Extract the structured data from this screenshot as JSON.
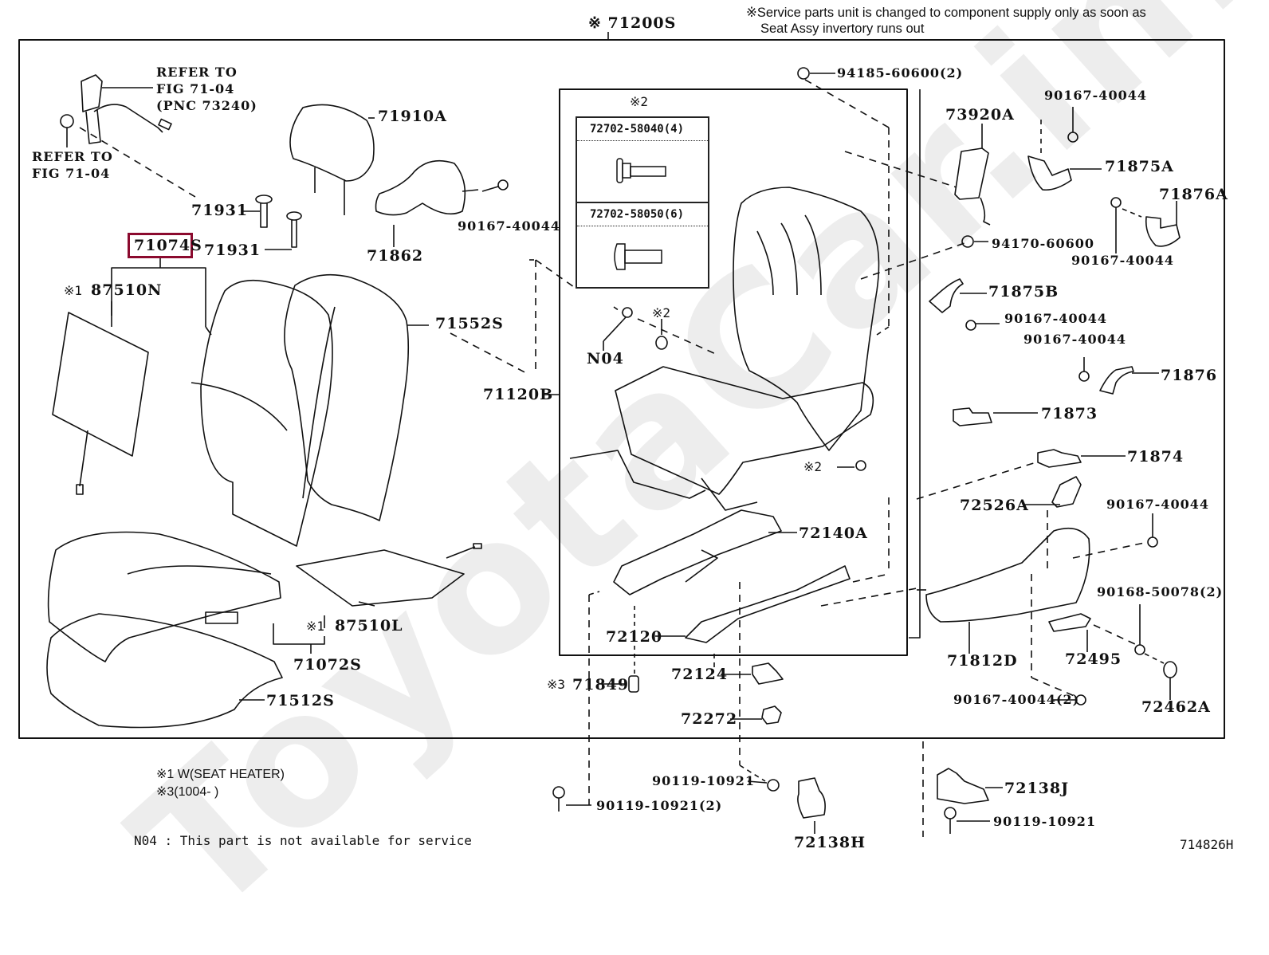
{
  "header": {
    "assembly_label": "※ 71200S",
    "service_note_line1": "※Service parts unit is changed to component supply only as soon as",
    "service_note_line2": "Seat Assy invertory runs out"
  },
  "highlighted_part": "71074S",
  "references": {
    "refer_belt": [
      "REFER TO",
      "FIG 71-04",
      "(PNC 73240)"
    ],
    "refer_nut": [
      "REFER TO",
      "FIG 71-04"
    ]
  },
  "inset_box": {
    "marker": "※2",
    "rows": [
      {
        "part": "72702-58040(4)"
      },
      {
        "part": "72702-58050(6)"
      }
    ]
  },
  "parts": {
    "p71910A": "71910A",
    "p71931a": "71931",
    "p71931b": "71931",
    "p71862": "71862",
    "p90167_40044_hr": "90167-40044",
    "p87510N": "87510N",
    "p87510N_marker": "※1",
    "p71552S": "71552S",
    "p71120B": "71120B",
    "pN04": "N04",
    "p_marker2a": "※2",
    "p_marker2b": "※2",
    "p94185": "94185-60600(2)",
    "p73920A": "73920A",
    "p90167_top": "90167-40044",
    "p71875A": "71875A",
    "p71876A": "71876A",
    "p94170": "94170-60600",
    "p90167_71876A": "90167-40044",
    "p71875B": "71875B",
    "p90167_71875B": "90167-40044",
    "p90167_71876": "90167-40044",
    "p71876": "71876",
    "p71873": "71873",
    "p71874": "71874",
    "p72526A": "72526A",
    "p90167_knob": "90167-40044",
    "p72140A": "72140A",
    "p90168": "90168-50078(2)",
    "p71812D": "71812D",
    "p72495": "72495",
    "p72120": "72120",
    "p90167_2": "90167-40044(2)",
    "p72462A": "72462A",
    "p72124": "72124",
    "p71849": "71849",
    "p71849_marker": "※3",
    "p72272": "72272",
    "p87510L": "87510L",
    "p87510L_marker": "※1",
    "p71072S": "71072S",
    "p71512S": "71512S",
    "p90119_a": "90119-10921",
    "p90119_b": "90119-10921(2)",
    "p72138H": "72138H",
    "p72138J": "72138J",
    "p90119_c": "90119-10921"
  },
  "footnotes": {
    "note1": "※1 W(SEAT HEATER)",
    "note3": "※3(1004-     )",
    "n04": "N04 : This part is not available for service"
  },
  "figure_id": "714826H",
  "watermark": "ToyotaCar.info"
}
